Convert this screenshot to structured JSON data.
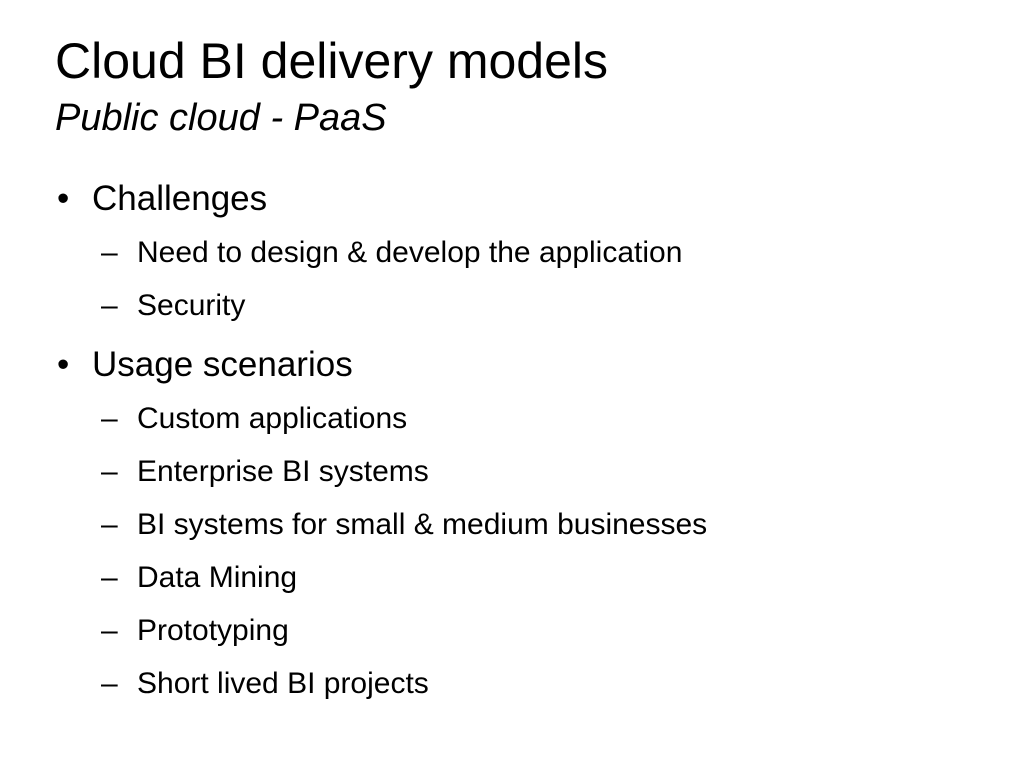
{
  "slide": {
    "title": "Cloud BI delivery models",
    "subtitle": "Public cloud - PaaS",
    "bullet_glyph": "•",
    "dash_glyph": "–",
    "sections": [
      {
        "heading": "Challenges",
        "items": [
          "Need to design & develop the application",
          "Security"
        ]
      },
      {
        "heading": "Usage scenarios",
        "items": [
          "Custom applications",
          "Enterprise BI systems",
          "BI systems for small & medium businesses",
          "Data Mining",
          "Prototyping",
          "Short lived BI projects"
        ]
      }
    ]
  }
}
